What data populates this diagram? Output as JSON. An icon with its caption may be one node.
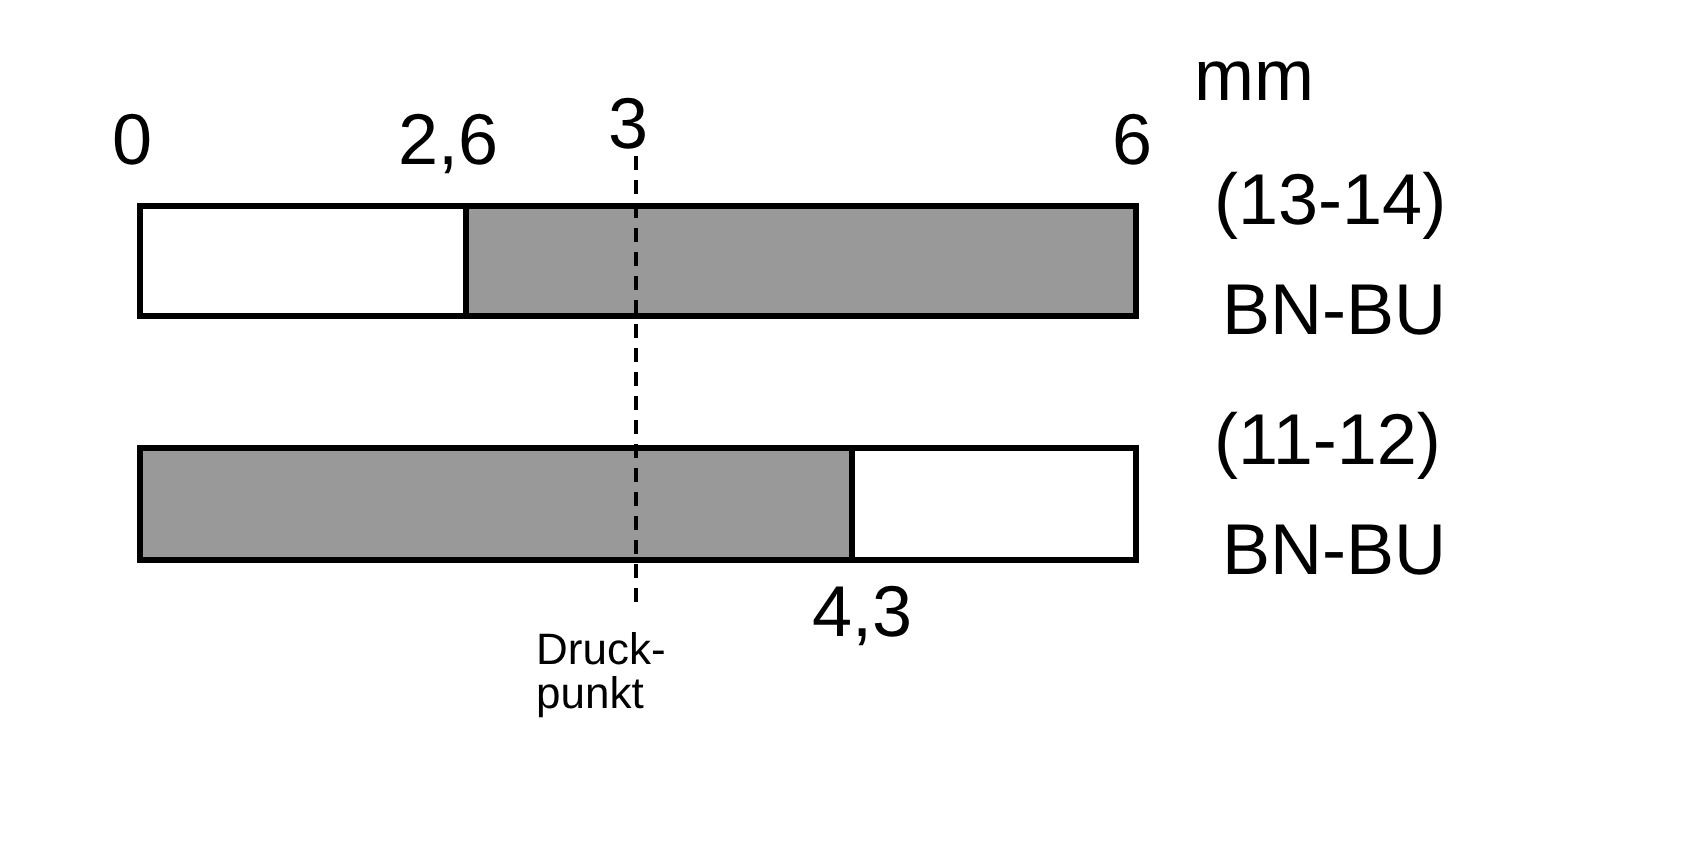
{
  "diagram": {
    "labels": [
      "mm",
      "0",
      "2,6",
      "3",
      "6",
      "(13-14)",
      "BN-BU",
      "(11-12)",
      "BN-BU",
      "4,3",
      "Druck- punkt"
    ]
  }
}
